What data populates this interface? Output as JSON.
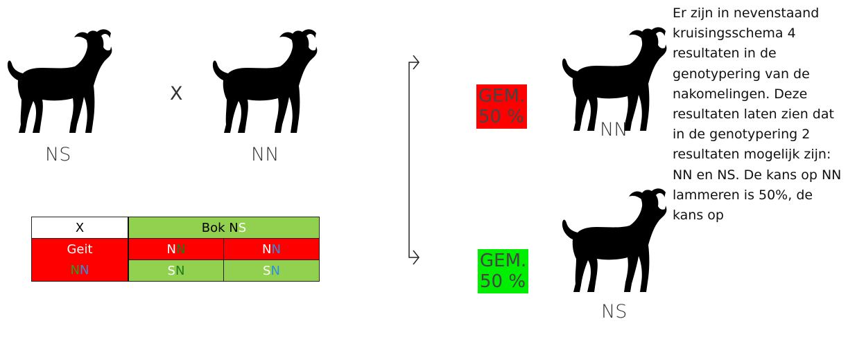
{
  "parents": {
    "left_label": "NS",
    "right_label": "NN",
    "cross_symbol": "X"
  },
  "punnett": {
    "corner": "X",
    "bok_prefix": "Bok N",
    "bok_suffix": "S",
    "geit_label": "Geit",
    "geit_allele1": "N",
    "geit_allele2": "N",
    "row1": [
      {
        "a1": "N",
        "a2": "N"
      },
      {
        "a1": "N",
        "a2": "N"
      }
    ],
    "row2": [
      {
        "a1": "S",
        "a2": "N"
      },
      {
        "a1": "S",
        "a2": "N"
      }
    ]
  },
  "offspring": {
    "top": {
      "pct_line1": "GEM.",
      "pct_line2": "50 %",
      "label": "NN",
      "color": "#ff0000"
    },
    "bottom": {
      "pct_line1": "GEM.",
      "pct_line2": "50 %",
      "label": "NS",
      "color": "#00ee00"
    }
  },
  "paragraph": "Er zijn in nevenstaand kruisingsschema 4 resultaten in de genotypering van de nakomelingen. Deze resultaten laten zien dat in de genotypering 2 resultaten mogelijk zijn: NN en NS. De kans op NN lammeren is 50%, de kans op",
  "colors": {
    "red": "#ff0000",
    "light_green": "#92d050",
    "bright_green": "#00ee00",
    "allele_white": "#ffffff",
    "allele_green": "#22a02b",
    "allele_blue": "#2e8fe0"
  }
}
